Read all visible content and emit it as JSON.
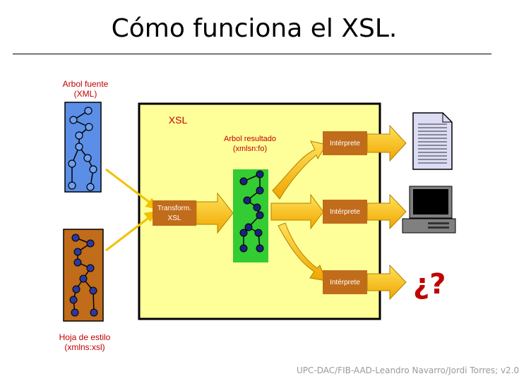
{
  "title": "Cómo funciona el XSL.",
  "labels": {
    "source_tree": "Arbol fuente\n(XML)",
    "xsl_box": "XSL",
    "result_tree": "Arbol resultado\n(xmlsn:fo)",
    "transform": "Transform.\nXSL",
    "stylesheet": "Hoja de estilo\n(xmlns:xsl)",
    "interpreter_1": "Intérprete",
    "interpreter_2": "Intérprete",
    "interpreter_3": "Intérprete",
    "unknown_output": "¿?"
  },
  "footer": "UPC-DAC/FIB-AAD-Leandro Navarro/Jordi Torres; v2.0",
  "colors": {
    "xsl_box": "#ffff99",
    "source_tree": "#5b8ee6",
    "stylesheet_tree": "#c06c1a",
    "result_tree": "#33cc33",
    "arrow": "#f5b800",
    "interpreter": "#c06c1a",
    "accent_red": "#c00000"
  },
  "icons": [
    "document-icon",
    "computer-icon"
  ]
}
